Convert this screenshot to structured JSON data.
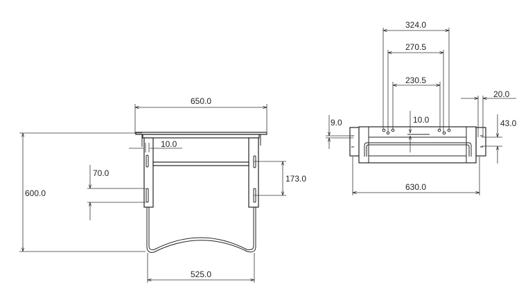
{
  "left_view": {
    "dims": {
      "width_top": "650.0",
      "offset": "10.0",
      "slot_gap": "70.0",
      "slot_pitch": "173.0",
      "height": "600.0",
      "width_bottom": "525.0"
    }
  },
  "right_view": {
    "dims": {
      "hole_324": "324.0",
      "hole_270": "270.5",
      "hole_230": "230.5",
      "depth": "10.0",
      "flange": "20.0",
      "slot": "9.0",
      "slot_pitch": "43.0",
      "width": "630.0"
    }
  }
}
